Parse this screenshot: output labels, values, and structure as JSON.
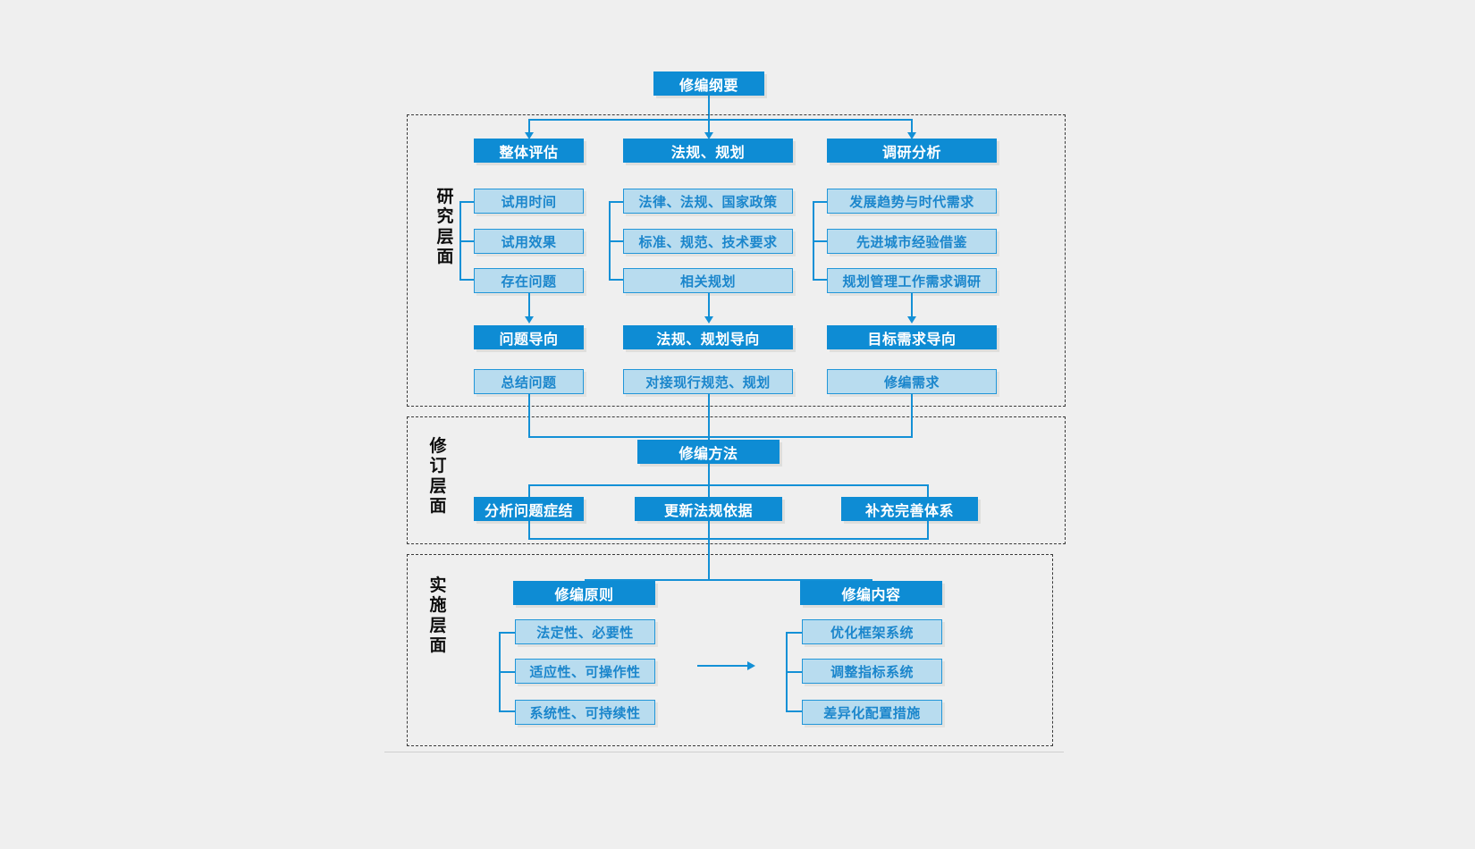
{
  "diagram": {
    "title_box": {
      "label": "修编纲要",
      "style": "dark"
    },
    "sections": [
      {
        "id": "research",
        "side_label_chars": [
          "研",
          "究",
          "层",
          "面"
        ],
        "side_label": "研究层面"
      },
      {
        "id": "revision",
        "side_label_chars": [
          "修",
          "订",
          "层",
          "面"
        ],
        "side_label": "修订层面"
      },
      {
        "id": "implement",
        "side_label_chars": [
          "实",
          "施",
          "层",
          "面"
        ],
        "side_label": "实施层面"
      }
    ],
    "research": {
      "columns": [
        {
          "header": "整体评估",
          "items": [
            "试用时间",
            "试用效果",
            "存在问题"
          ],
          "result": "问题导向",
          "outcome": "总结问题"
        },
        {
          "header": "法规、规划",
          "items": [
            "法律、法规、国家政策",
            "标准、规范、技术要求",
            "相关规划"
          ],
          "result": "法规、规划导向",
          "outcome": "对接现行规范、规划"
        },
        {
          "header": "调研分析",
          "items": [
            "发展趋势与时代需求",
            "先进城市经验借鉴",
            "规划管理工作需求调研"
          ],
          "result": "目标需求导向",
          "outcome": "修编需求"
        }
      ]
    },
    "revision": {
      "header": "修编方法",
      "items": [
        "分析问题症结",
        "更新法规依据",
        "补充完善体系"
      ]
    },
    "implement": {
      "groups": [
        {
          "header": "修编原则",
          "items": [
            "法定性、必要性",
            "适应性、可操作性",
            "系统性、可持续性"
          ]
        },
        {
          "header": "修编内容",
          "items": [
            "优化框架系统",
            "调整指标系统",
            "差异化配置措施"
          ]
        }
      ],
      "between_arrow": "arrow-right-icon"
    },
    "colors": {
      "accent_dark": "#0e8cd4",
      "accent_light_fill": "#b8dcef",
      "accent_light_border": "#2196d9",
      "connector": "#1390d6",
      "background": "#efefef",
      "frame_border": "#3a3a3a"
    }
  }
}
